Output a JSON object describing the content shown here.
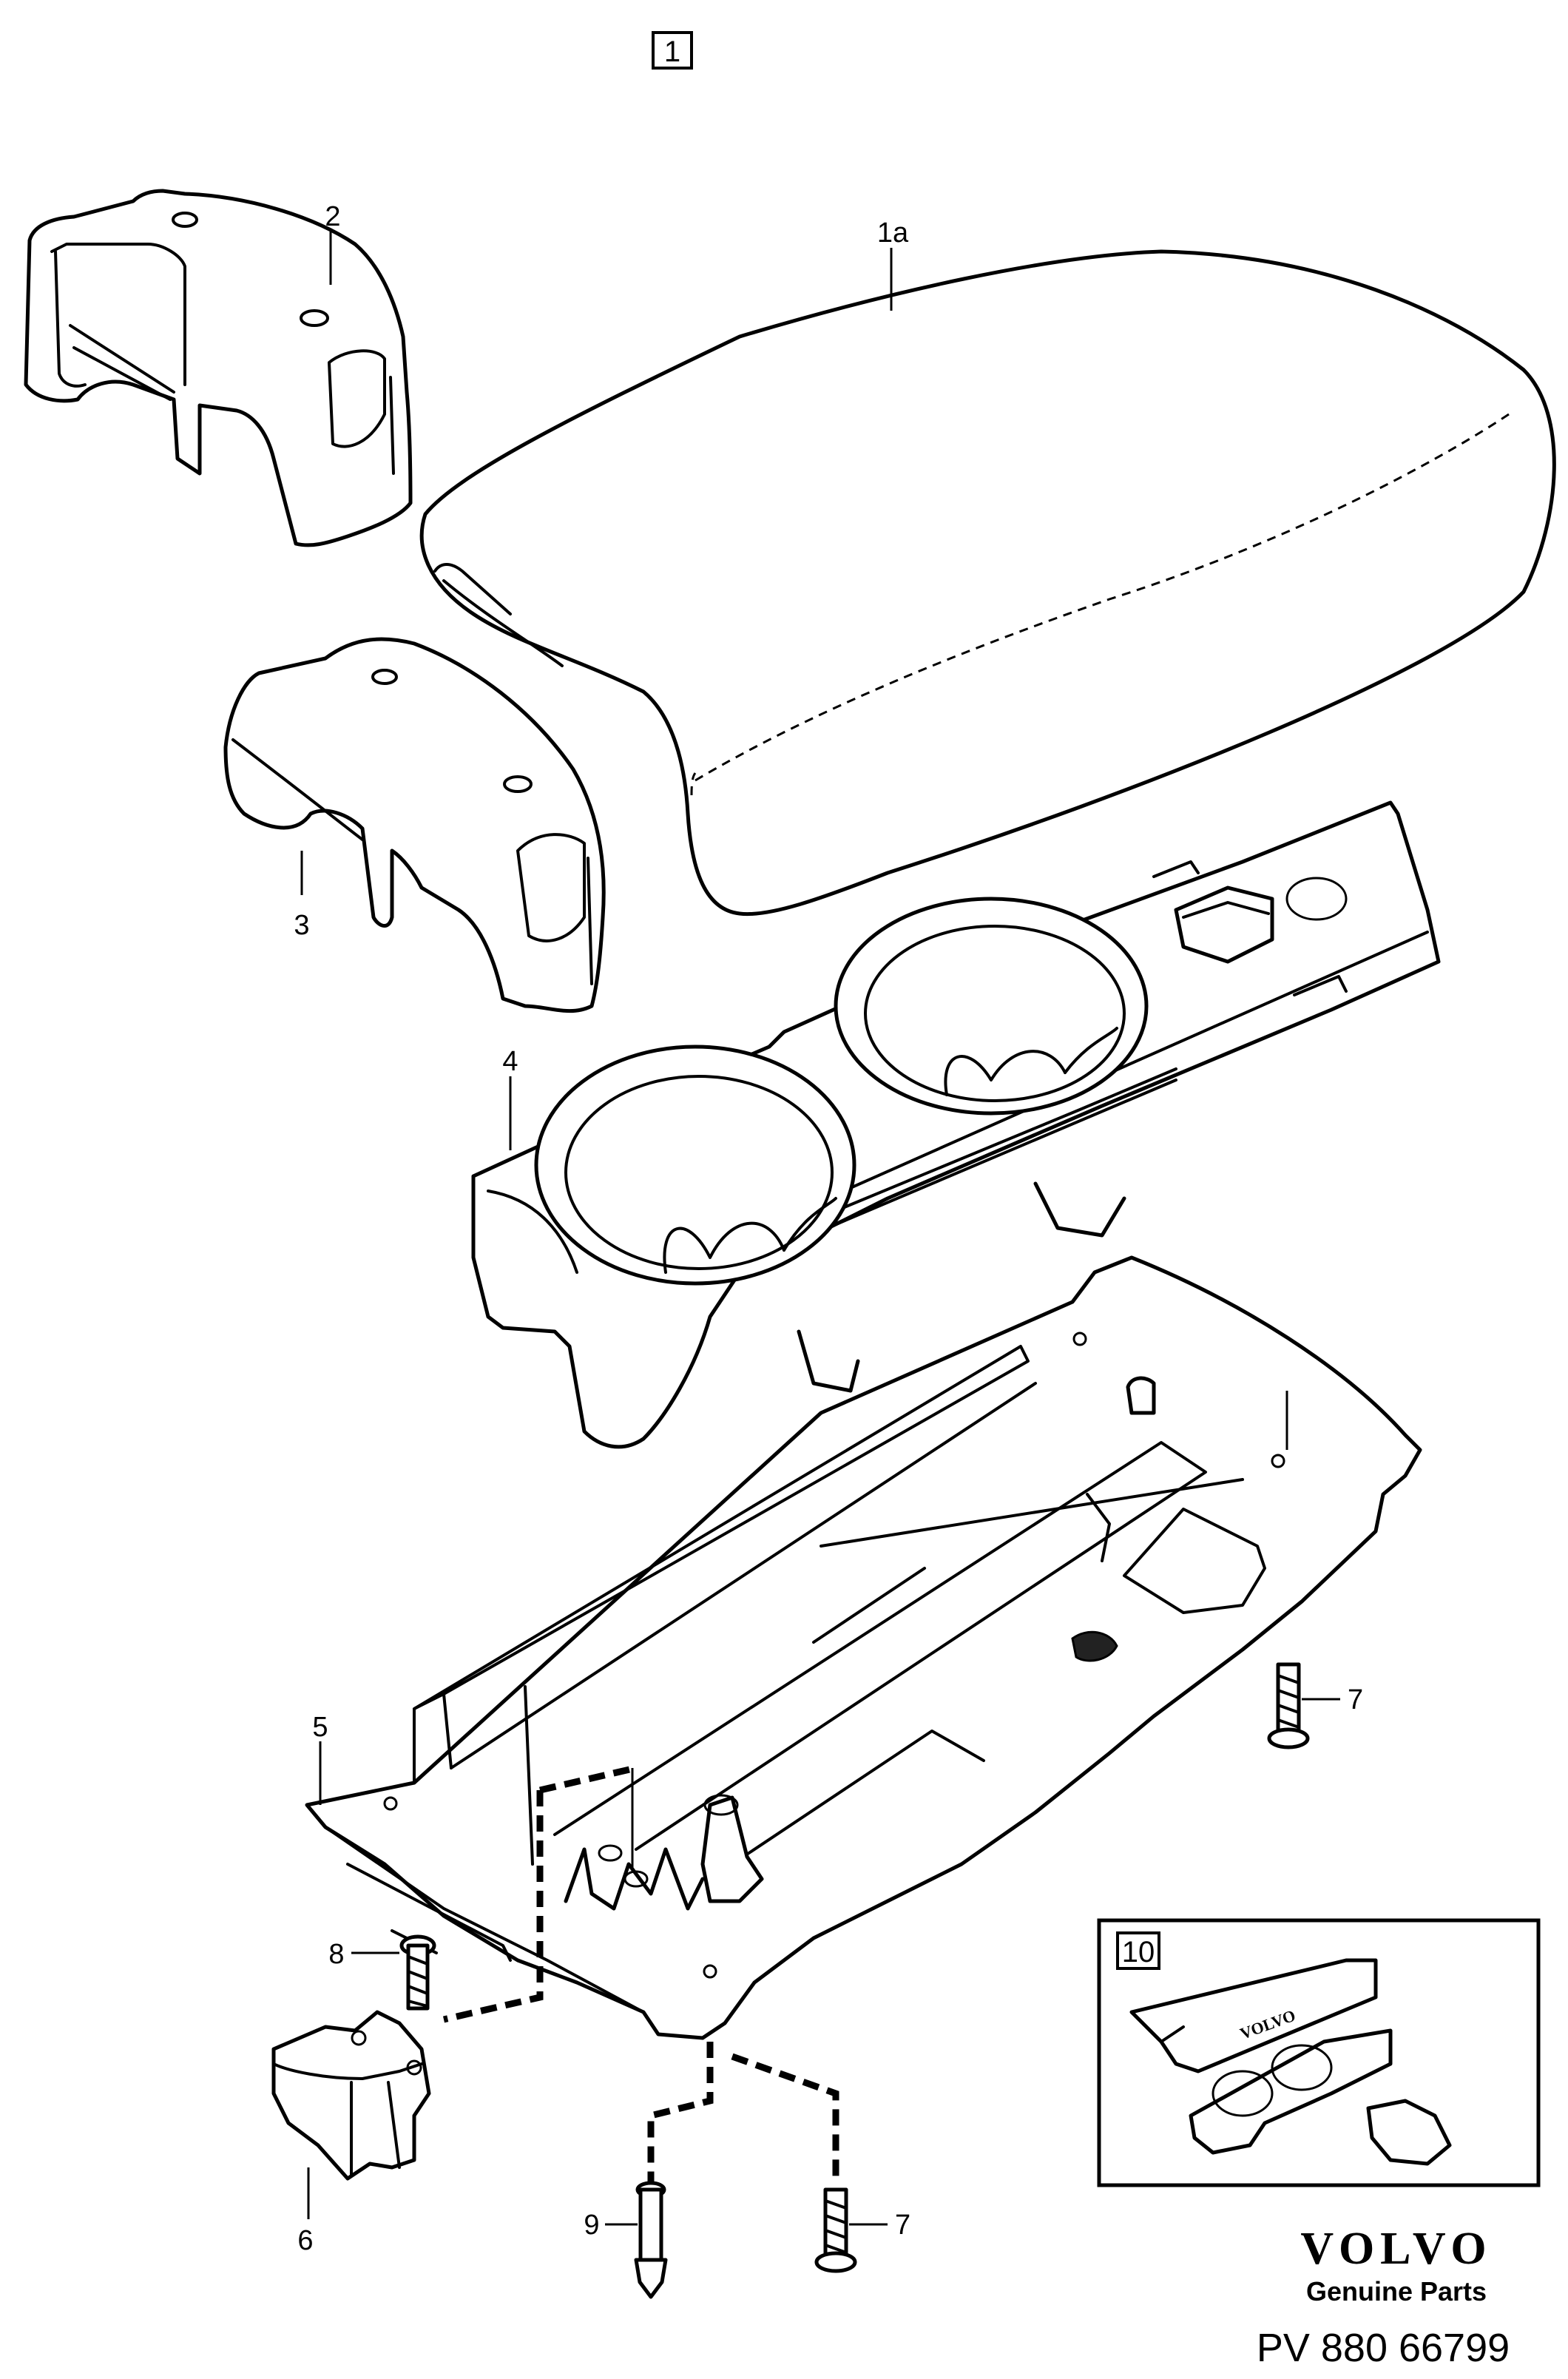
{
  "figure_label": "1",
  "callouts": {
    "c1a": "1a",
    "c2": "2",
    "c3": "3",
    "c4": "4",
    "c5": "5",
    "c6": "6",
    "c7a": "7",
    "c7b": "7",
    "c8": "8",
    "c9": "9"
  },
  "kit_inset": {
    "label": "10",
    "box_text": "VOLVO"
  },
  "footer": {
    "brand": "VOLVO",
    "tagline": "Genuine Parts",
    "code": "PV 880 66799"
  }
}
